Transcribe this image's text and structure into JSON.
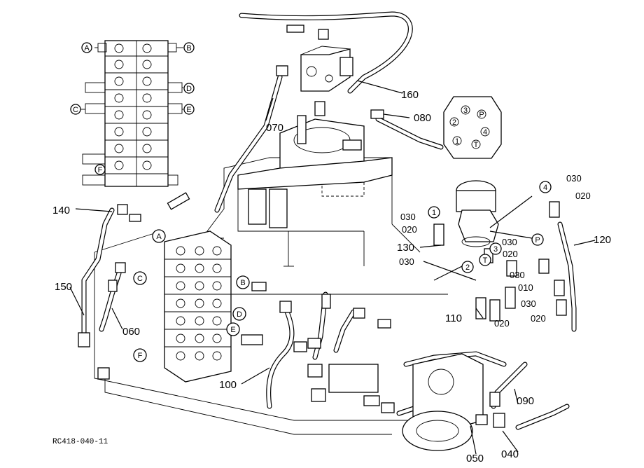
{
  "reference_code": "RC418-040-11",
  "part_numbers": {
    "p010": "010",
    "p020": "020",
    "p030": "030",
    "p040": "040",
    "p050": "050",
    "p060": "060",
    "p070": "070",
    "p080": "080",
    "p090": "090",
    "p100": "100",
    "p110": "110",
    "p120": "120",
    "p130": "130",
    "p140": "140",
    "p150": "150",
    "p160": "160"
  },
  "port_letters": [
    "A",
    "B",
    "C",
    "D",
    "E",
    "F"
  ],
  "port_numbers": [
    "1",
    "2",
    "3",
    "4"
  ],
  "motor_ports": [
    "P",
    "T"
  ],
  "swivel_ports": [
    "P",
    "T",
    "1",
    "2",
    "3",
    "4"
  ]
}
